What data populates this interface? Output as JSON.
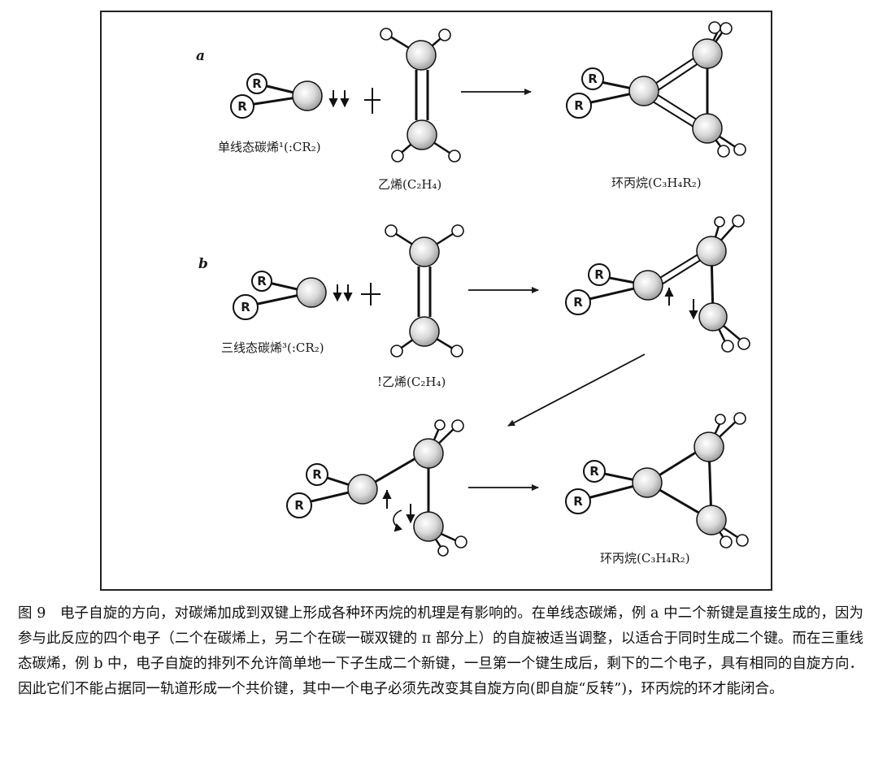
{
  "panel_labels": {
    "a": "a",
    "b": "b"
  },
  "labels": {
    "singlet_carbene": "单线态碳烯¹(:CR₂)",
    "ethylene_a": "乙烯(C₂H₄)",
    "cyclopropane_a": "环丙烷(C₃H₄R₂)",
    "triplet_carbene": "三线态碳烯³(:CR₂)",
    "ethylene_b": "!乙烯(C₂H₄)",
    "cyclopropane_final": "环丙烷(C₃H₄R₂)"
  },
  "group_label": "R",
  "plus_sign": "+",
  "caption": "图 9　电子自旋的方向，对碳烯加成到双键上形成各种环丙烷的机理是有影响的。在单线态碳烯，例 a 中二个新键是直接生成的，因为参与此反应的四个电子（二个在碳烯上，另二个在碳一碳双键的 π 部分上）的自旋被适当调整，以适合于同时生成二个键。而在三重线态碳烯，例 b 中，电子自旋的排列不允许简单地一下子生成二个新键，一旦第一个键生成后，剩下的二个电子，具有相同的自旋方向．因此它们不能占据同一轨道形成一个共价键，其中一个电子必须先改变其自旋方向(即自旋“反转”)，环丙烷的环才能闭合。"
}
